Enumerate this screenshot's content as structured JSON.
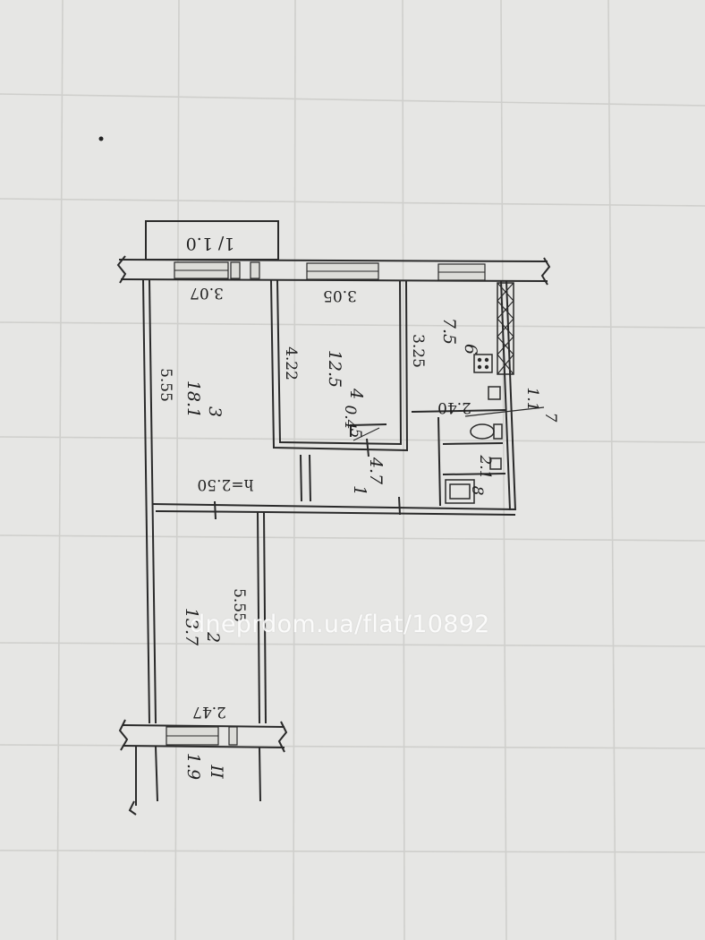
{
  "plan": {
    "balcony_top_label": "1/ 1.0",
    "balcony_bottom_label": "II",
    "balcony_bottom_area": "1.9",
    "rooms": [
      {
        "id": "3",
        "area": "18.1",
        "dim_width": "3.07",
        "dim_length": "5.55"
      },
      {
        "id": "4",
        "area": "12.5",
        "dim_width": "3.05",
        "dim_length": "4.22"
      },
      {
        "id": "6",
        "area": "7.5",
        "dim_length": "3.25"
      },
      {
        "id": "5",
        "area": "0.4"
      },
      {
        "id": "7",
        "area": "1.1",
        "dim_width": "2.40"
      },
      {
        "id": "1",
        "area": "4.7"
      },
      {
        "id": "8",
        "area": "2.1"
      },
      {
        "id": "2",
        "area": "13.7",
        "dim_width": "2.47",
        "dim_length": "5.55"
      }
    ],
    "ceiling_height": "h=2.50"
  },
  "watermark": "dneprdom.ua/flat/10892",
  "colors": {
    "paper": "#e6e6e4",
    "ink": "#2a2a2a",
    "grid": "#cfcfcc"
  }
}
